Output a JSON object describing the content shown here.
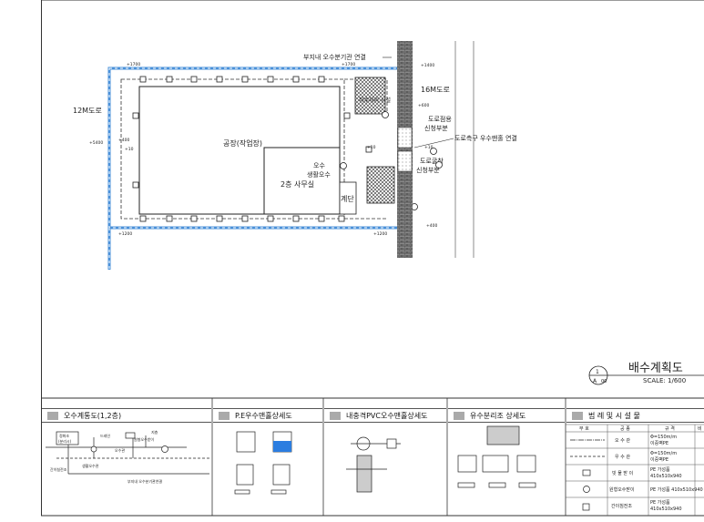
{
  "plan": {
    "road_left": "12M도로",
    "road_right": "16M도로",
    "factory": "공장(작업장)",
    "office": "2층 사무실",
    "stair": "계단",
    "conn_top": "부지내 오수분기관 연결",
    "conn_right": "도로측구 우수맨홀 연결",
    "road_occupancy": "도로점용\n신청부분",
    "road_excavation": "도로굴착\n신청부분",
    "sewage": "오수",
    "domestic_sewage": "생활오수",
    "lv_top_left": "+1700",
    "lv_top_mid": "+1700",
    "lv_left": "+5400",
    "lv_left2": "+400",
    "lv_left3": "+10",
    "lv_bottom_left": "+1200",
    "lv_bottom_mid": "+1200",
    "lv_right_top": "+1400",
    "lv_right_mid": "+600",
    "lv_right_10": "+10",
    "lv_right_low": "+10",
    "lv_right_bottom": "+400",
    "tank_label": "하수처리\n시설"
  },
  "title_block": {
    "circle_top": "1",
    "circle_bottom": "A",
    "circle_sub": "00",
    "title": "배수계획도",
    "scale": "SCALE: 1/600"
  },
  "bottom_panels": {
    "p1": "오수계통도(1,2층)",
    "p2": "P.E우수맨홀상세도",
    "p3": "내충격PVC오수맨홀상세도",
    "p4": "유수분리조 상세도",
    "p5": "범 례 및 시 설 물"
  },
  "p1_labels": {
    "a": "정화조\n(분리시)",
    "b": "드레인",
    "c": "원형오수받이",
    "d": "오수관",
    "e": "간이침전조",
    "f": "생활오수관",
    "g": "부지내 오수분기관연결",
    "h": "지층"
  },
  "legend": {
    "headers": [
      "부 호",
      "공 종",
      "규 격",
      "비"
    ],
    "rows": [
      {
        "name": "오 수 관",
        "spec": "Φ=150m/m\n이중벽PE"
      },
      {
        "name": "우 수 관",
        "spec": "Φ=150m/m\n이중벽PE"
      },
      {
        "name": "빗 물 받 이",
        "spec": "PE 가성품\n410x510x940"
      },
      {
        "name": "원형오수받이",
        "spec": "가성품"
      },
      {
        "name": "간이침전조",
        "spec": "PE 가성품\n410x510x940"
      }
    ]
  },
  "colors": {
    "blue_pipe": "#4a90d9",
    "hatch": "#333333"
  }
}
